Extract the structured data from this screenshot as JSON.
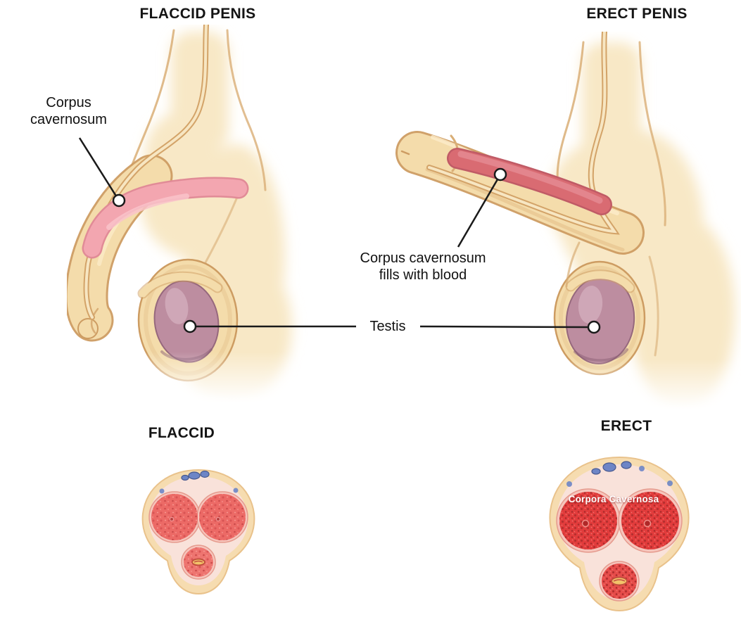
{
  "titles": {
    "flaccid_top": "FLACCID PENIS",
    "erect_top": "ERECT PENIS",
    "flaccid_cross": "FLACCID",
    "erect_cross": "ERECT"
  },
  "annotations": {
    "corpus_cavernosum": {
      "line1": "Corpus",
      "line2": "cavernosum"
    },
    "corpus_fills": {
      "line1": "Corpus cavernosum",
      "line2": "fills with blood"
    },
    "testis_label": "Testis",
    "corpora_cavernosa_label": "Corpora Cavernosa"
  },
  "colors": {
    "skin": "#f4dcab",
    "skin_soft": "#f8e8c6",
    "skin_outline": "#cd9c62",
    "skin_line": "#d9ae76",
    "skin_shadow": "#e5c08b",
    "skin_highlight": "#fceccb",
    "pink_band": "#f3a6b0",
    "pink_band_edge": "#e18b97",
    "pink_band_light": "#f9c3ca",
    "red_band": "#d96b72",
    "red_band_edge": "#c05b66",
    "red_band_light": "#e8949b",
    "testis": "#bd8da0",
    "testis_edge": "#96687d",
    "testis_light": "#d6b0bf",
    "testis_shadow": "#8a5e73",
    "urethra_out": "#d3a368",
    "urethra_in": "#f7e6c2",
    "cs_outer": "#f6dcb0",
    "cs_outer_edge": "#e9c28b",
    "cs_inner": "#f9e2da",
    "cs_ring": "#f6c5bc",
    "cs_ring_edge": "#e59a8d",
    "cs_red_flaccid": "#ec6a66",
    "cs_red_erect": "#e23c3c",
    "cs_red_spong": "#ee7570",
    "vein": "#6d85c6",
    "vein_edge": "#47598f",
    "urethra_y": "#f2c36a",
    "urethra_y_edge": "#c2503f",
    "ink": "#1a1a1a"
  }
}
